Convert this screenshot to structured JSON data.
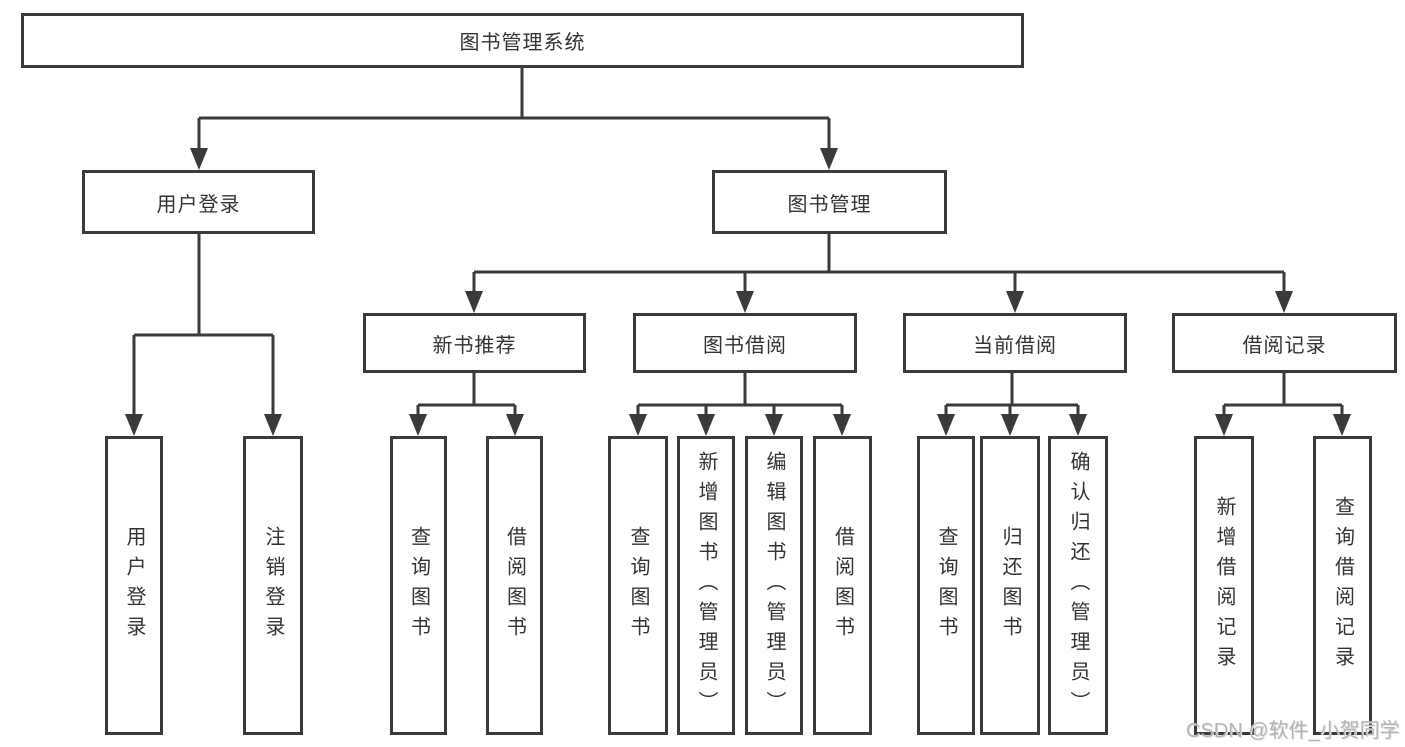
{
  "diagram": {
    "title": "图书管理系统",
    "tree": {
      "root": {
        "label": "图书管理系统",
        "children": [
          {
            "label": "用户登录",
            "children": [
              {
                "label": "用户登录"
              },
              {
                "label": "注销登录"
              }
            ]
          },
          {
            "label": "图书管理",
            "children": [
              {
                "label": "新书推荐",
                "children": [
                  {
                    "label": "查询图书"
                  },
                  {
                    "label": "借阅图书"
                  }
                ]
              },
              {
                "label": "图书借阅",
                "children": [
                  {
                    "label": "查询图书"
                  },
                  {
                    "label": "新增图书（管理员）"
                  },
                  {
                    "label": "编辑图书（管理员）"
                  },
                  {
                    "label": "借阅图书"
                  }
                ]
              },
              {
                "label": "当前借阅",
                "children": [
                  {
                    "label": "查询图书"
                  },
                  {
                    "label": "归还图书"
                  },
                  {
                    "label": "确认归还（管理员）"
                  }
                ]
              },
              {
                "label": "借阅记录",
                "children": [
                  {
                    "label": "新增借阅记录"
                  },
                  {
                    "label": "查询借阅记录"
                  }
                ]
              }
            ]
          }
        ]
      }
    },
    "colors": {
      "line": "#3a3a3a",
      "box_border": "#3a3a3a",
      "text": "#333333",
      "background": "#ffffff",
      "watermark": "#b4b4b4"
    }
  },
  "watermark": {
    "text": "CSDN @软件_小贺同学"
  }
}
